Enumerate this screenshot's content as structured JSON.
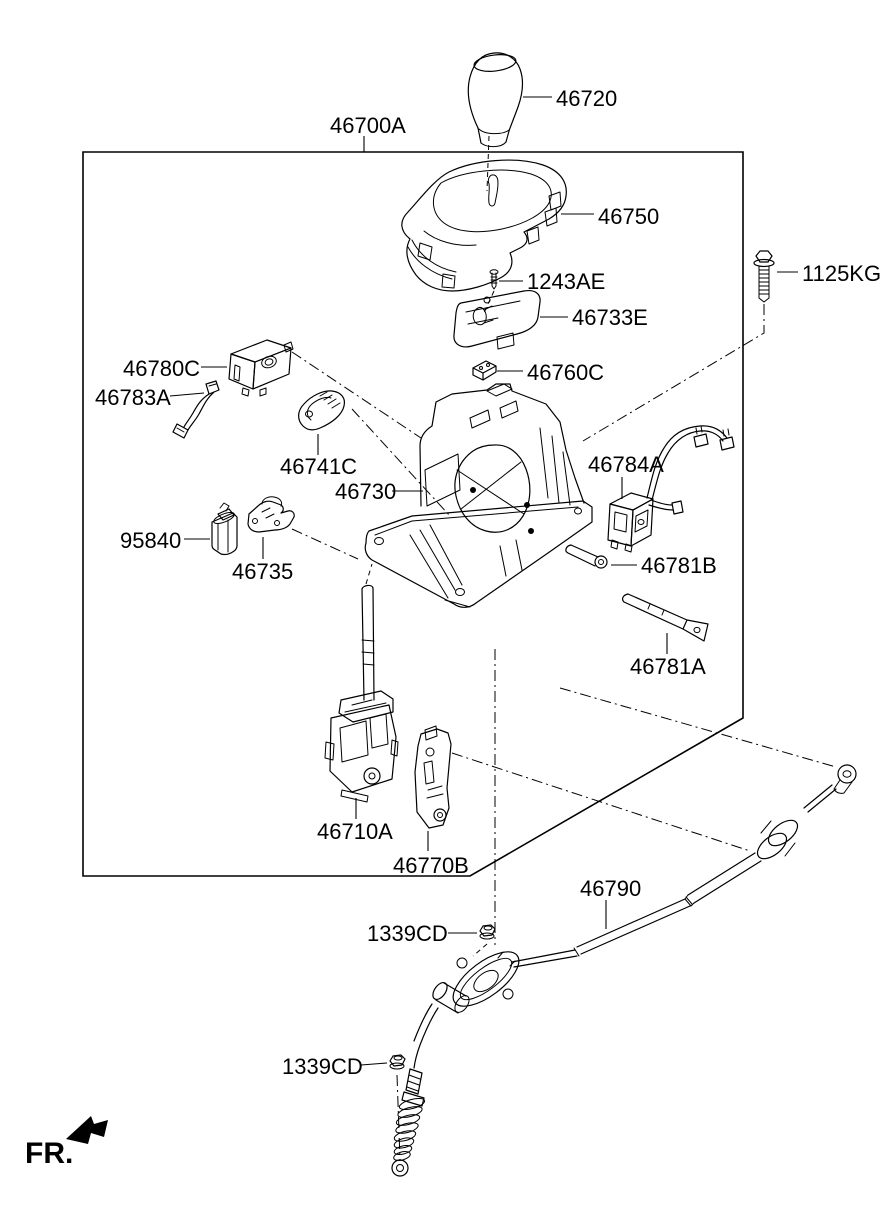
{
  "figure": {
    "kind": "exploded-parts-line-diagram",
    "background_color": "#ffffff",
    "line_color": "#000000"
  },
  "labels": {
    "l46700A": "46700A",
    "l46720": "46720",
    "l46750": "46750",
    "l1243AE": "1243AE",
    "l46733E": "46733E",
    "l46760C": "46760C",
    "l1125KG": "1125KG",
    "l46780C": "46780C",
    "l46783A": "46783A",
    "l46741C": "46741C",
    "l46730": "46730",
    "l46784A": "46784A",
    "l95840": "95840",
    "l46735": "46735",
    "l46781B": "46781B",
    "l46781A": "46781A",
    "l46710A": "46710A",
    "l46770B": "46770B",
    "l46790": "46790",
    "l1339CD_upper": "1339CD",
    "l1339CD_lower": "1339CD",
    "fr": "FR."
  }
}
